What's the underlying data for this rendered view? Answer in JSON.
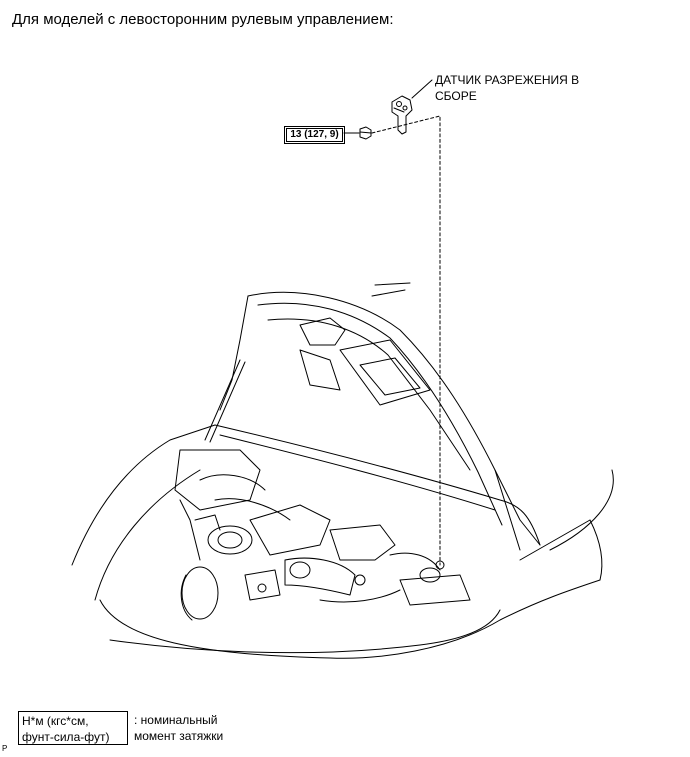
{
  "caption": "Для моделей с левосторонним рулевым управлением:",
  "part": {
    "line1": "ДАТЧИК РАЗРЕЖЕНИЯ В",
    "line2": "СБОРЕ"
  },
  "torque_spec": "13 (127, 9)",
  "legend": {
    "box_line1": "Н*м (кгс*см,",
    "box_line2": "фунт-сила-фут)",
    "desc_line1": ": номинальный",
    "desc_line2": "момент затяжки"
  },
  "corner_mark": "P"
}
